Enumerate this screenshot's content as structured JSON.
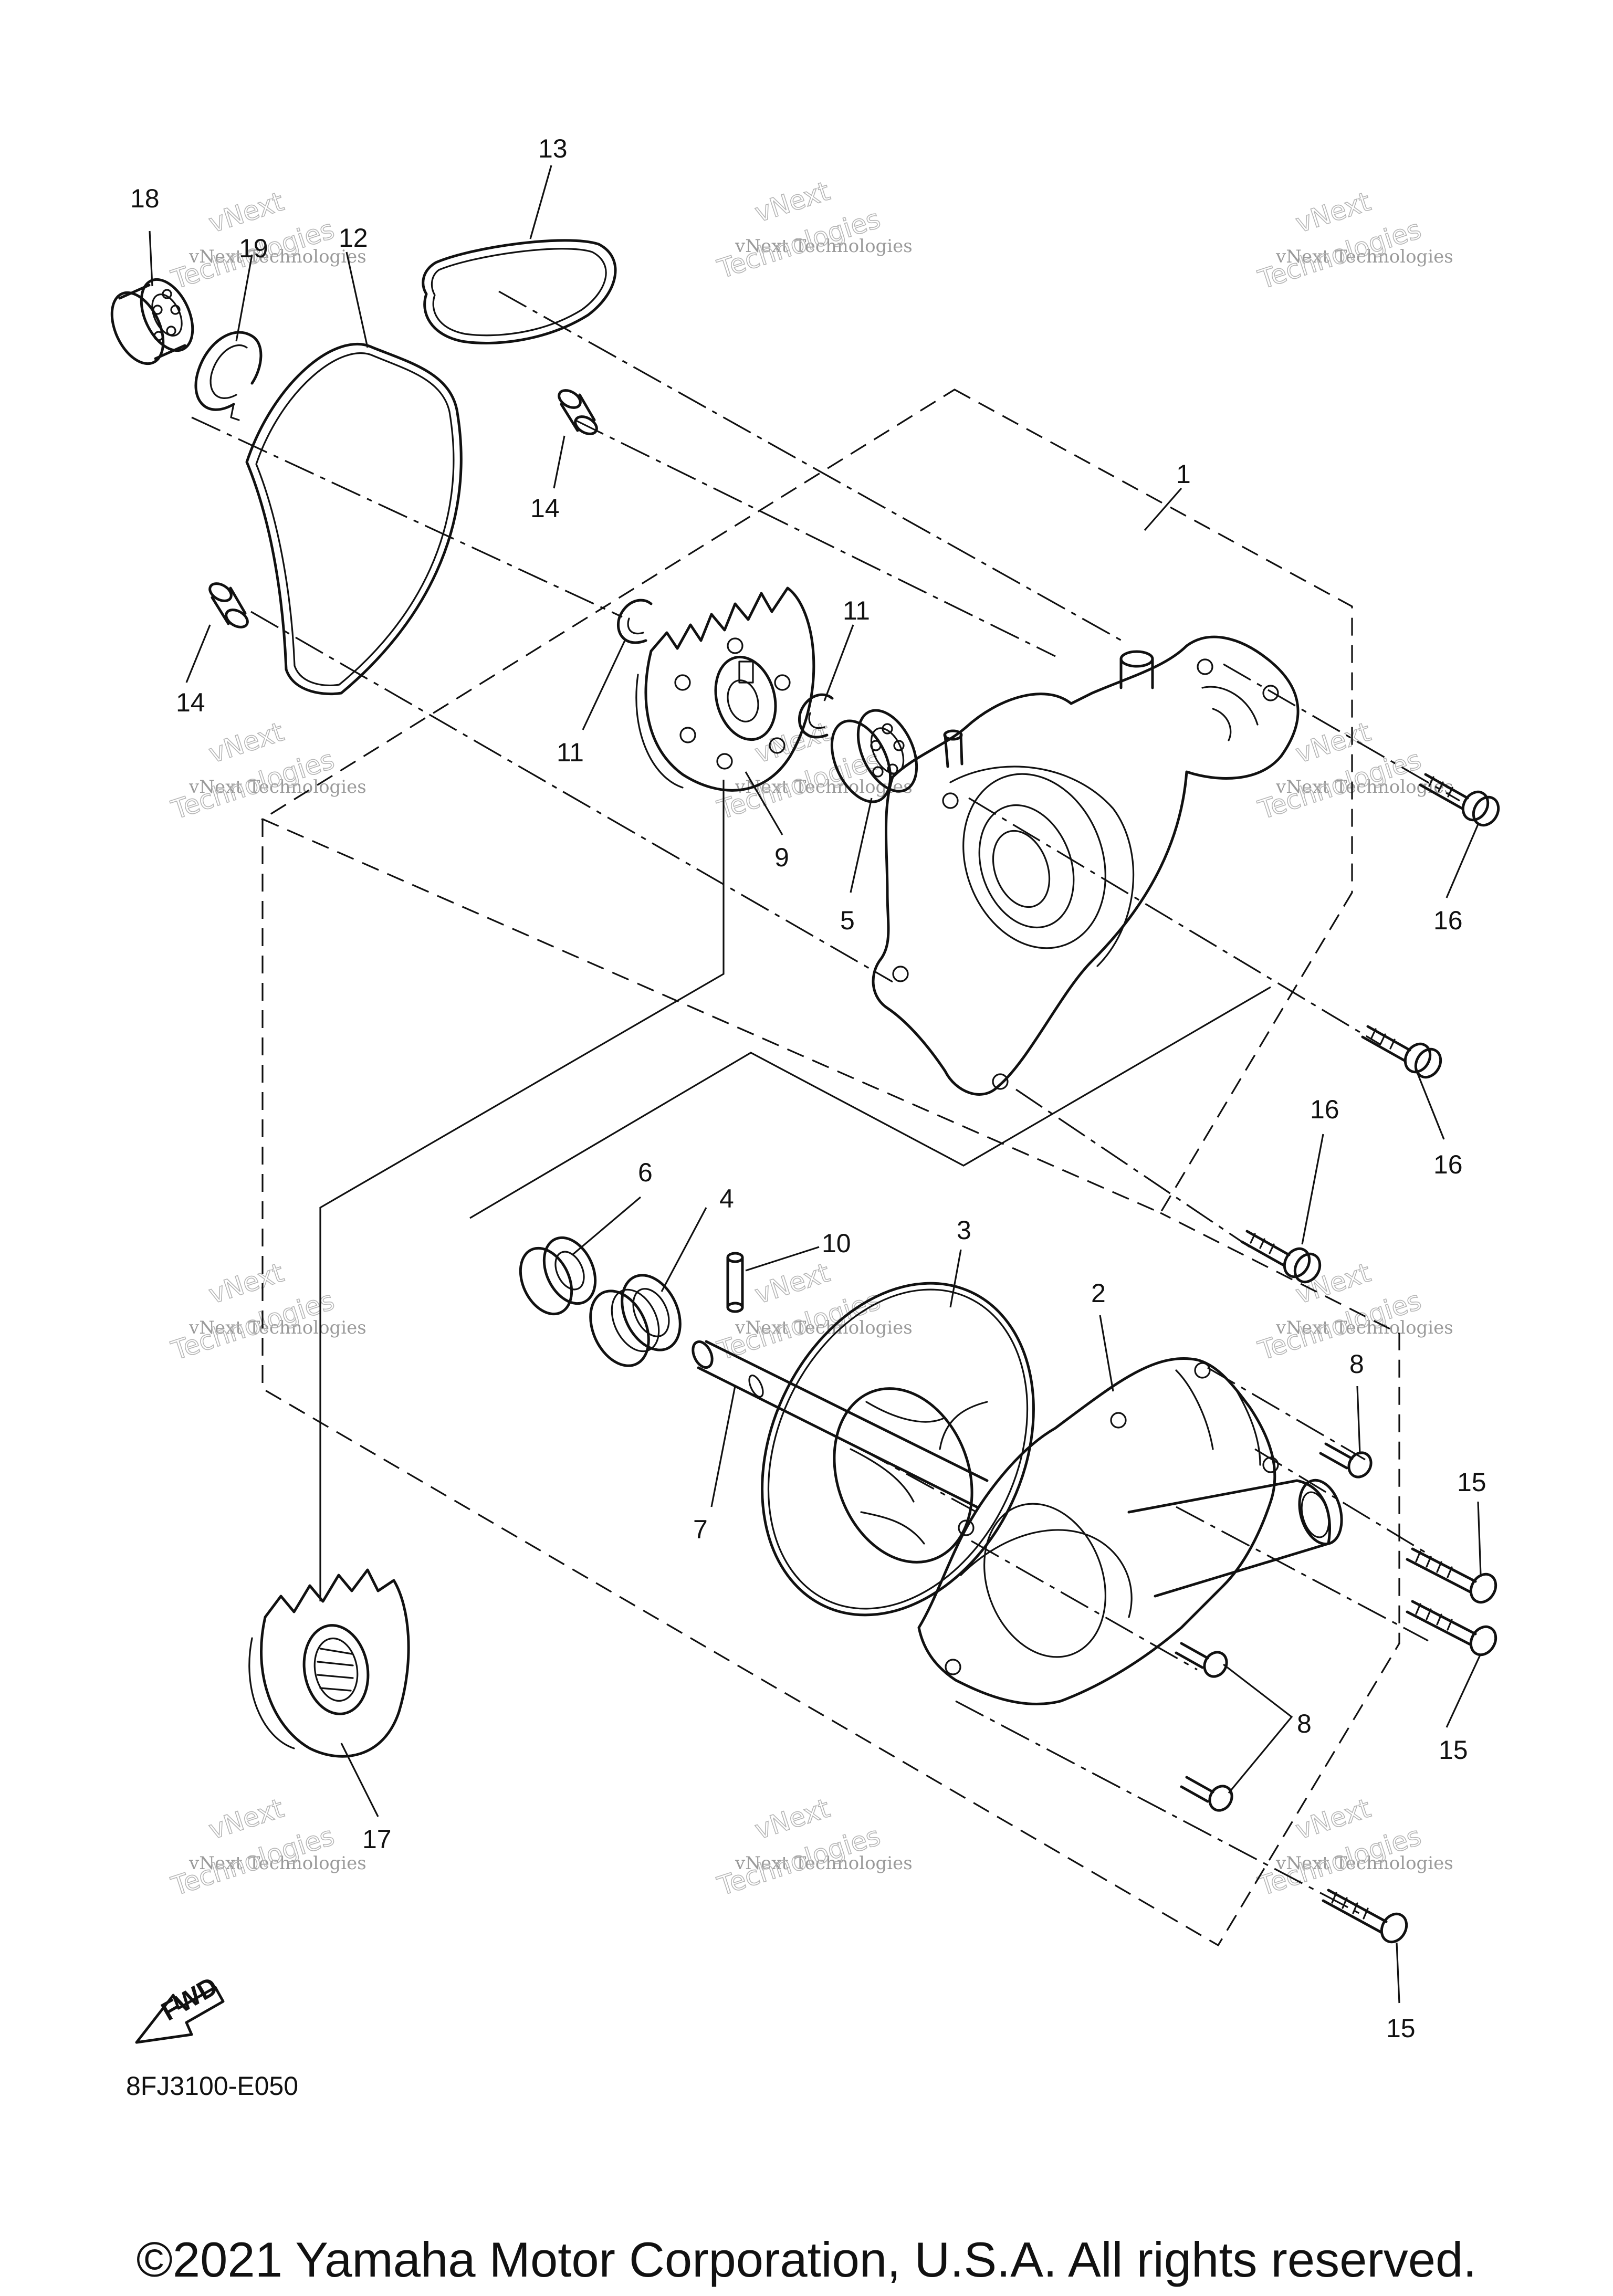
{
  "labels": {
    "l1": "1",
    "l2": "2",
    "l3": "3",
    "l4": "4",
    "l5": "5",
    "l6": "6",
    "l7": "7",
    "l8a": "8",
    "l8b": "8",
    "l9": "9",
    "l10": "10",
    "l11a": "11",
    "l11b": "11",
    "l12": "12",
    "l13": "13",
    "l14a": "14",
    "l14b": "14",
    "l15a": "15",
    "l15b": "15",
    "l15c": "15",
    "l16a": "16",
    "l16b": "16",
    "l16c": "16",
    "l17": "17",
    "l18": "18",
    "l19": "19"
  },
  "fwd_badge": "FWD",
  "diagram_code": "8FJ3100-E050",
  "watermark": {
    "line1": "vNext Technologies",
    "line2": "vNext",
    "line3": "Technologies"
  },
  "copyright": "©2021 Yamaha Motor Corporation, U.S.A. All rights reserved."
}
